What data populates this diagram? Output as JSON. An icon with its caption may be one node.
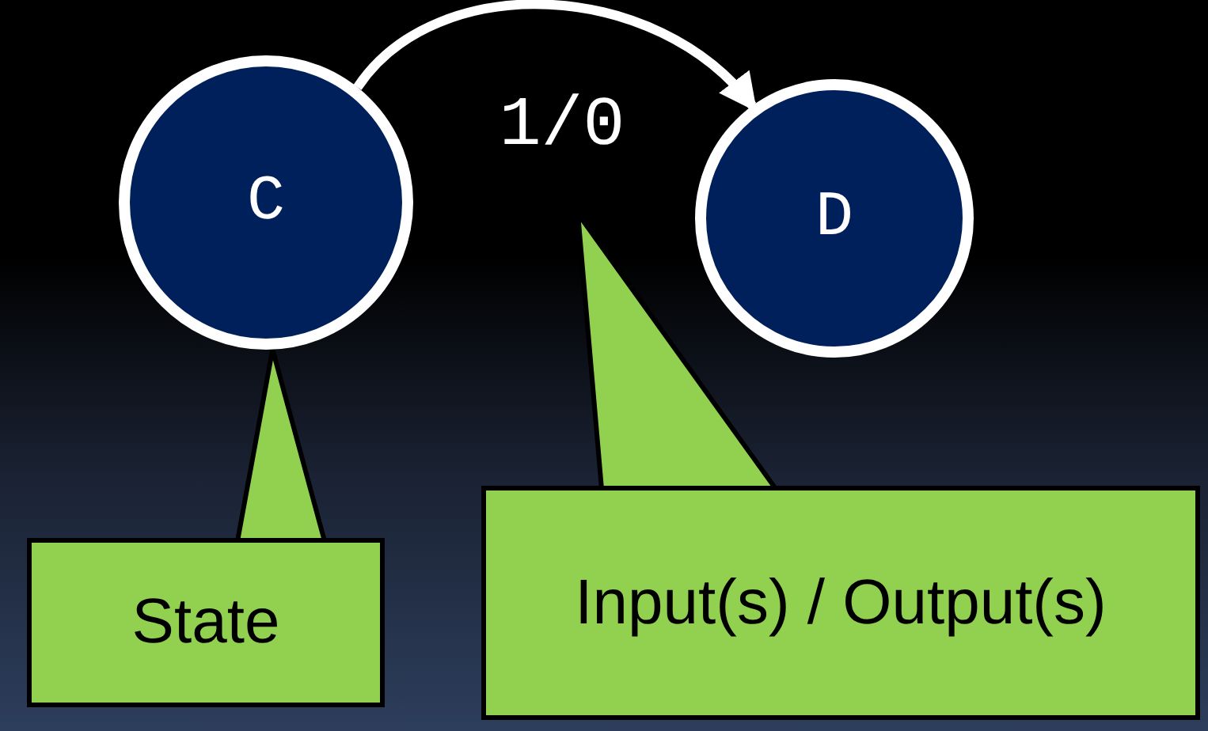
{
  "diagram": {
    "nodes": [
      {
        "text": [
          "C"
        ]
      },
      {
        "text": [
          "D"
        ]
      },
      {
        "text": [
          "State"
        ]
      },
      {
        "text": [
          "Input(s) / Output(s)"
        ]
      }
    ],
    "edges": [
      {
        "from": 0,
        "to": 1,
        "arrow": "to",
        "label": "1/0"
      },
      {
        "from": 2,
        "to": 0,
        "arrow": "to"
      },
      {
        "from": 3,
        "to": null,
        "arrow": "to"
      }
    ]
  }
}
